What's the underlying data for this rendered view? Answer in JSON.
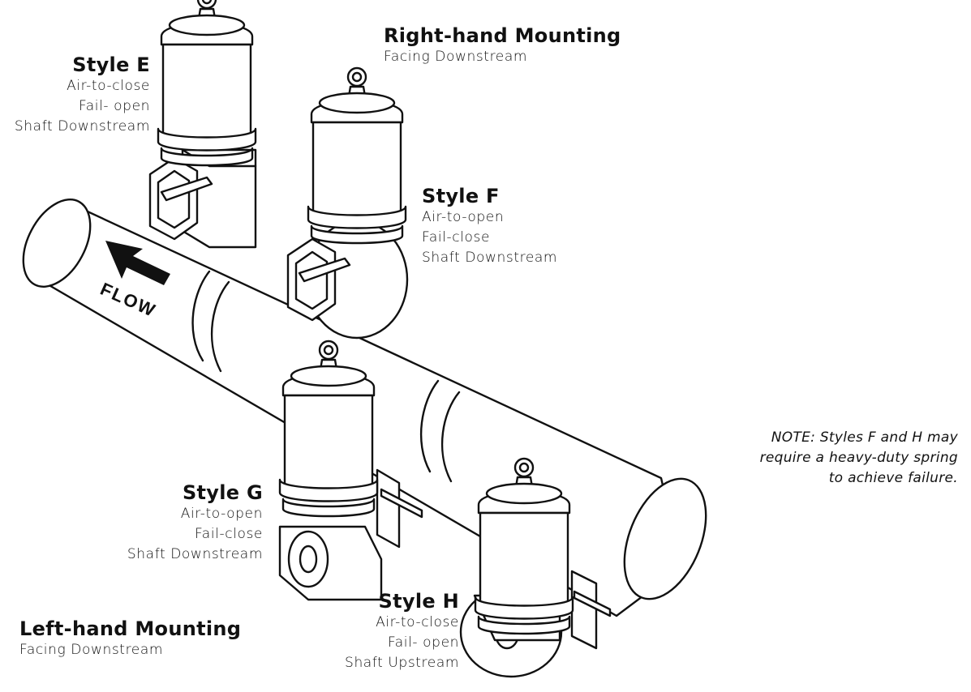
{
  "right_mounting": {
    "title": "Right-hand Mounting",
    "subtitle": "Facing Downstream"
  },
  "left_mounting": {
    "title": "Left-hand Mounting",
    "subtitle": "Facing Downstream"
  },
  "styles": {
    "e": {
      "name": "Style E",
      "line1": "Air-to-close",
      "line2": "Fail- open",
      "line3": "Shaft Downstream"
    },
    "f": {
      "name": "Style F",
      "line1": "Air-to-open",
      "line2": "Fail-close",
      "line3": "Shaft Downstream"
    },
    "g": {
      "name": "Style G",
      "line1": "Air-to-open",
      "line2": "Fail-close",
      "line3": "Shaft Downstream"
    },
    "h": {
      "name": "Style H",
      "line1": "Air-to-close",
      "line2": "Fail- open",
      "line3": "Shaft Upstream"
    }
  },
  "flow_label": "FLOW",
  "note": {
    "line1": "NOTE: Styles F and H may",
    "line2": "require a heavy-duty spring",
    "line3": "to achieve failure."
  }
}
